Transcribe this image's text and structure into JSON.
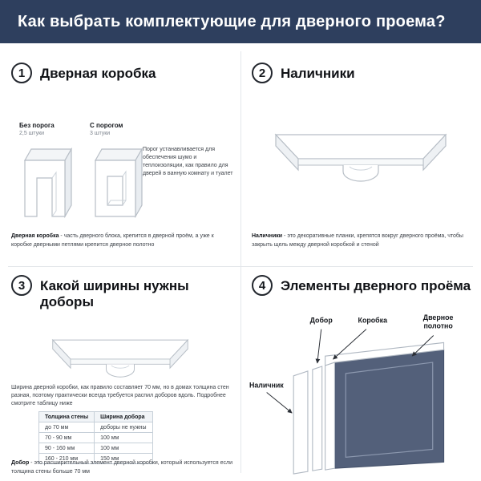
{
  "header": {
    "title": "Как выбрать комплектующие для дверного проема?",
    "bg_color": "#2e3f5e"
  },
  "colors": {
    "door_leaf": "#53607a",
    "line_gray": "#b7bec6",
    "divider": "#e3e6ea"
  },
  "sections": [
    {
      "number": "1",
      "title": "Дверная коробка",
      "variants": [
        {
          "label": "Без порога",
          "sublabel": "2,5 штуки"
        },
        {
          "label": "С порогом",
          "sublabel": "3 штуки"
        }
      ],
      "side_note": "Порог устанавливается для обеспечения шумо и теплоизоляции, как правило для дверей в ванную комнату и туалет",
      "footer_bold": "Дверная коробка",
      "footer_text": " - часть дверного блока, крепится в дверной проём, а уже к коробке дверными петлями крепится дверное полотно"
    },
    {
      "number": "2",
      "title": "Наличники",
      "footer_bold": "Наличники",
      "footer_text": " - это декоративные планки, крепятся вокруг дверного проёма, чтобы закрыть щель между дверной коробкой и стеной"
    },
    {
      "number": "3",
      "title": "Какой ширины нужны доборы",
      "description": "Ширина дверной коробки, как правило составляет 70 мм, но в домах толщина стен разная, поэтому практически всегда требуется распил доборов вдоль. Подробнее смотрите таблицу ниже",
      "table": {
        "headers": [
          "Толщина стены",
          "Ширина добора"
        ],
        "rows": [
          [
            "до 70 мм",
            "доборы не нужны"
          ],
          [
            "70 - 90 мм",
            "100 мм"
          ],
          [
            "90 - 160 мм",
            "100 мм"
          ],
          [
            "160 - 210 мм",
            "150 мм"
          ]
        ]
      },
      "footer_bold": "Добор",
      "footer_text": " - это расширительный элемент дверной коробки, который используется если толщина стены больше 70 мм"
    },
    {
      "number": "4",
      "title": "Элементы дверного проёма",
      "labels": {
        "dobor": "Добор",
        "korobka": "Коробка",
        "polotno": [
          "Дверное",
          "полотно"
        ],
        "nalichnik": "Наличник"
      }
    }
  ]
}
